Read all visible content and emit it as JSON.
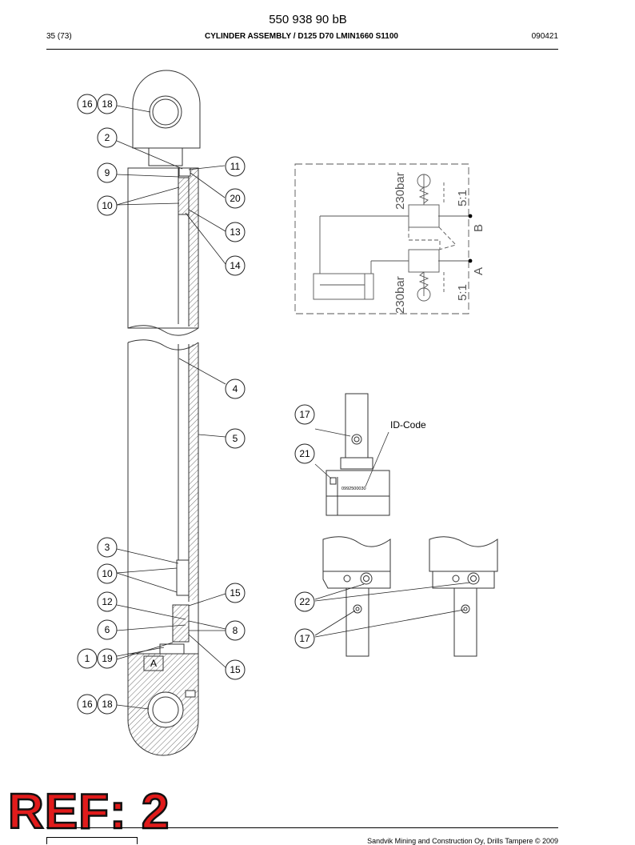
{
  "header": {
    "doc_number": "550 938 90 bB",
    "page": "35 (73)",
    "title": "CYLINDER ASSEMBLY / D125 D70 LMIN1660 S1100",
    "date_code": "090421"
  },
  "drawing": {
    "bubbles": [
      {
        "id": "b16a",
        "label": "16"
      },
      {
        "id": "b18a",
        "label": "18"
      },
      {
        "id": "b2",
        "label": "2"
      },
      {
        "id": "b11",
        "label": "11"
      },
      {
        "id": "b9",
        "label": "9"
      },
      {
        "id": "b20",
        "label": "20"
      },
      {
        "id": "b10a",
        "label": "10"
      },
      {
        "id": "b13",
        "label": "13"
      },
      {
        "id": "b14",
        "label": "14"
      },
      {
        "id": "b4",
        "label": "4"
      },
      {
        "id": "b17a",
        "label": "17"
      },
      {
        "id": "b5",
        "label": "5"
      },
      {
        "id": "b21",
        "label": "21"
      },
      {
        "id": "b3",
        "label": "3"
      },
      {
        "id": "b10b",
        "label": "10"
      },
      {
        "id": "b15a",
        "label": "15"
      },
      {
        "id": "b12",
        "label": "12"
      },
      {
        "id": "b22",
        "label": "22"
      },
      {
        "id": "b6",
        "label": "6"
      },
      {
        "id": "b8",
        "label": "8"
      },
      {
        "id": "b17b",
        "label": "17"
      },
      {
        "id": "b1",
        "label": "1"
      },
      {
        "id": "b19",
        "label": "19"
      },
      {
        "id": "b15b",
        "label": "15"
      },
      {
        "id": "b16b",
        "label": "16"
      },
      {
        "id": "b18b",
        "label": "18"
      }
    ],
    "id_code_label": "ID-Code",
    "id_plate_text": "0992500030",
    "port_mark": "A",
    "schematic": {
      "pressure_top": "230bar",
      "pressure_bottom": "230bar",
      "ratio_top": "5:1",
      "ratio_bottom": "5:1",
      "port_a": "A",
      "port_b": "B"
    }
  },
  "stamp": "REF: 2",
  "footer": {
    "copyright": "Sandvik Mining and Construction Oy, Drills Tampere © 2009"
  }
}
